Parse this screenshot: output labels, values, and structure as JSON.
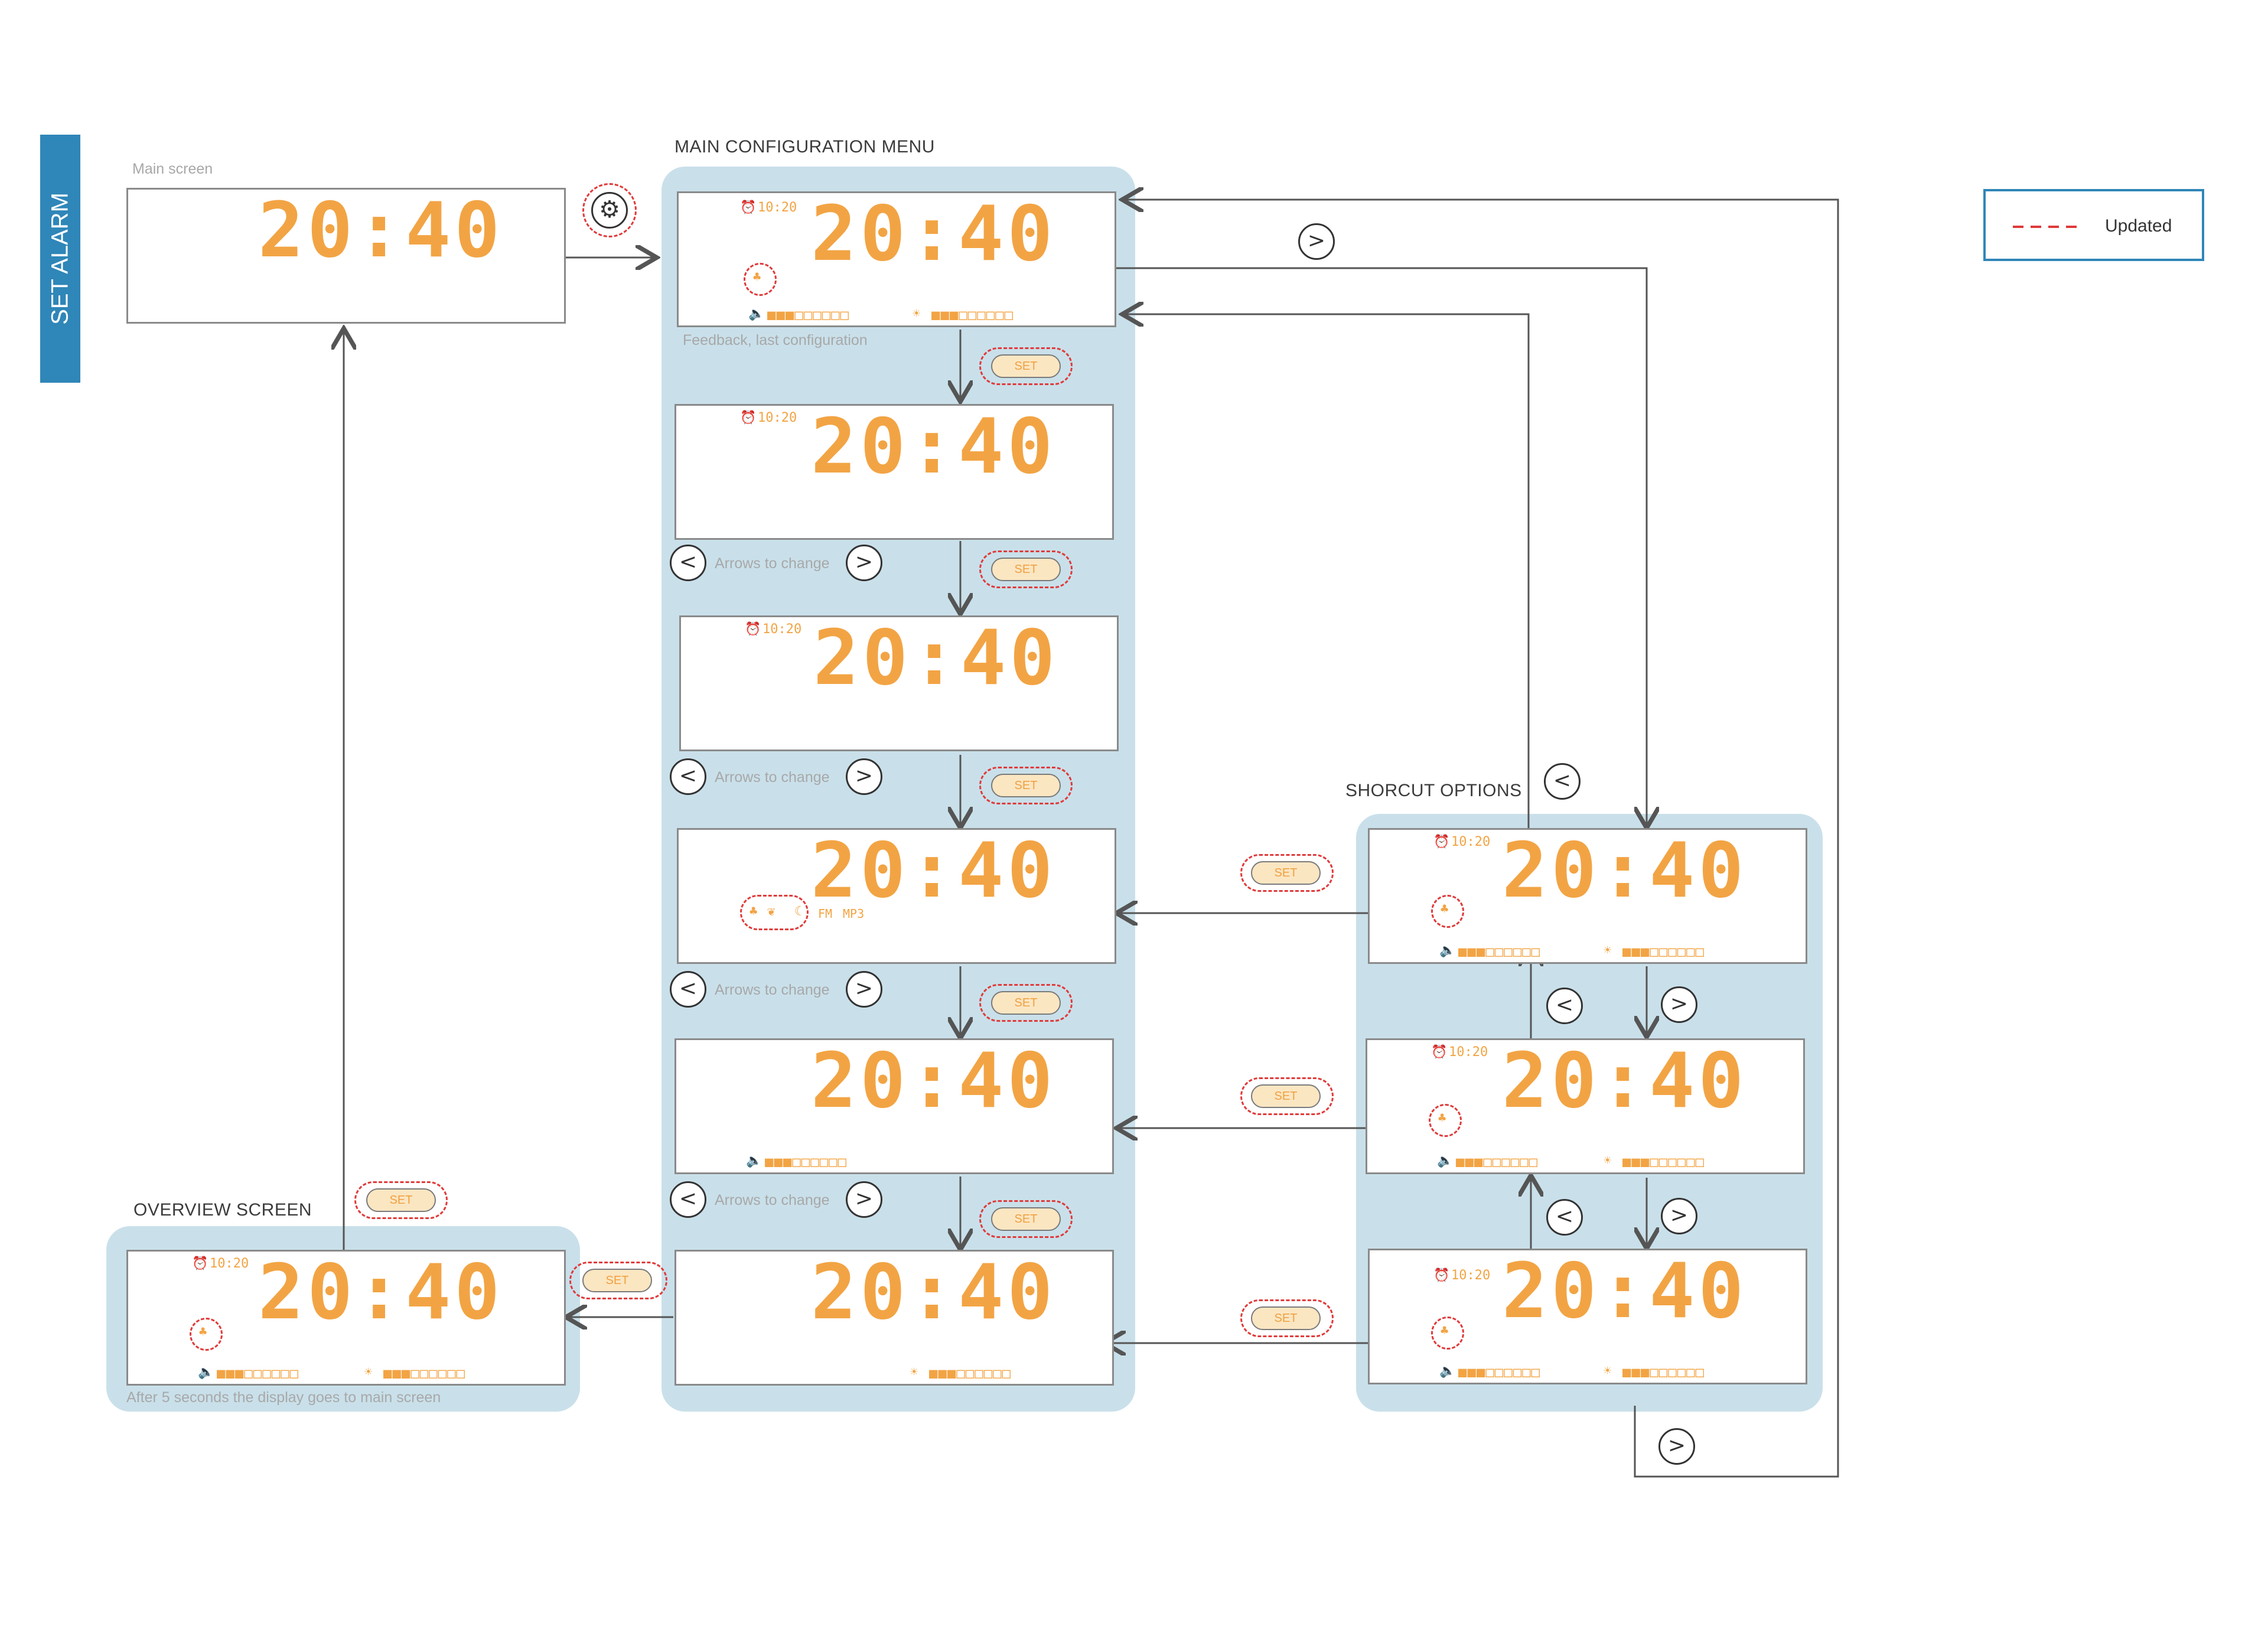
{
  "title": "SET ALARM",
  "legend": {
    "label": "Updated"
  },
  "time": "20:40",
  "alarm_time": "10:20",
  "volume_bars": "■■■□□□□□□",
  "set_label": "SET",
  "source_fm": "FM",
  "source_mp3": "MP3",
  "main_screen": {
    "caption": "Main screen"
  },
  "main_menu": {
    "header": "MAIN CONFIGURATION MENU",
    "feedback_caption": "Feedback, last configuration",
    "arrows_caption": "Arrows to change"
  },
  "shortcut": {
    "header": "SHORCUT OPTIONS"
  },
  "overview": {
    "header": "OVERVIEW SCREEN",
    "caption": "After 5 seconds the display goes to main screen"
  },
  "icons": {
    "left": "<",
    "right": ">",
    "gear": "⚙",
    "sun": "☀",
    "speaker": "🔈",
    "alarm": "⏰",
    "tree": "♣",
    "bird": "❦",
    "moon": "☾"
  }
}
